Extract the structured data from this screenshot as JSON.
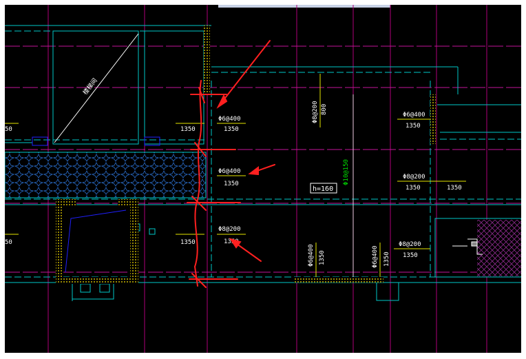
{
  "drawing": {
    "room_label": "h=160",
    "diagonal_label": "楼梯间",
    "rebar": [
      {
        "id": "r1",
        "spec": "Φ6@400",
        "length": "1350"
      },
      {
        "id": "r2",
        "spec": "Φ6@400",
        "length": "1350"
      },
      {
        "id": "r3",
        "spec": "Φ8@200",
        "length": "1350"
      },
      {
        "id": "r4",
        "spec": "Φ6@400",
        "length": "1350"
      },
      {
        "id": "r5",
        "spec": "Φ8@200",
        "length": "1350"
      },
      {
        "id": "r6",
        "spec": "Φ8@200",
        "length": "1350"
      },
      {
        "id": "r7",
        "spec": "Φ10@150",
        "length": ""
      },
      {
        "id": "r8",
        "spec": "Φ8@200",
        "length": "800"
      },
      {
        "id": "r9",
        "spec": "Φ6@400",
        "length": "1350"
      },
      {
        "id": "r10",
        "spec": "Φ6@400",
        "length": "1350"
      }
    ],
    "edge_left_1": "50",
    "edge_left_2": "50",
    "side_len_1": "1350",
    "side_len_2": "1350",
    "side_len_3": "1350"
  },
  "colors": {
    "background": "#000000",
    "wall": "#00c8c8",
    "grid": "#b0007a",
    "grid_h": "#c4149a",
    "rebar_text": "#ffffff",
    "dim_line": "#e6e600",
    "axis_green": "#00e000",
    "markup_red": "#ff2020",
    "hatch": "#c8b400",
    "blue": "#2020ff"
  }
}
